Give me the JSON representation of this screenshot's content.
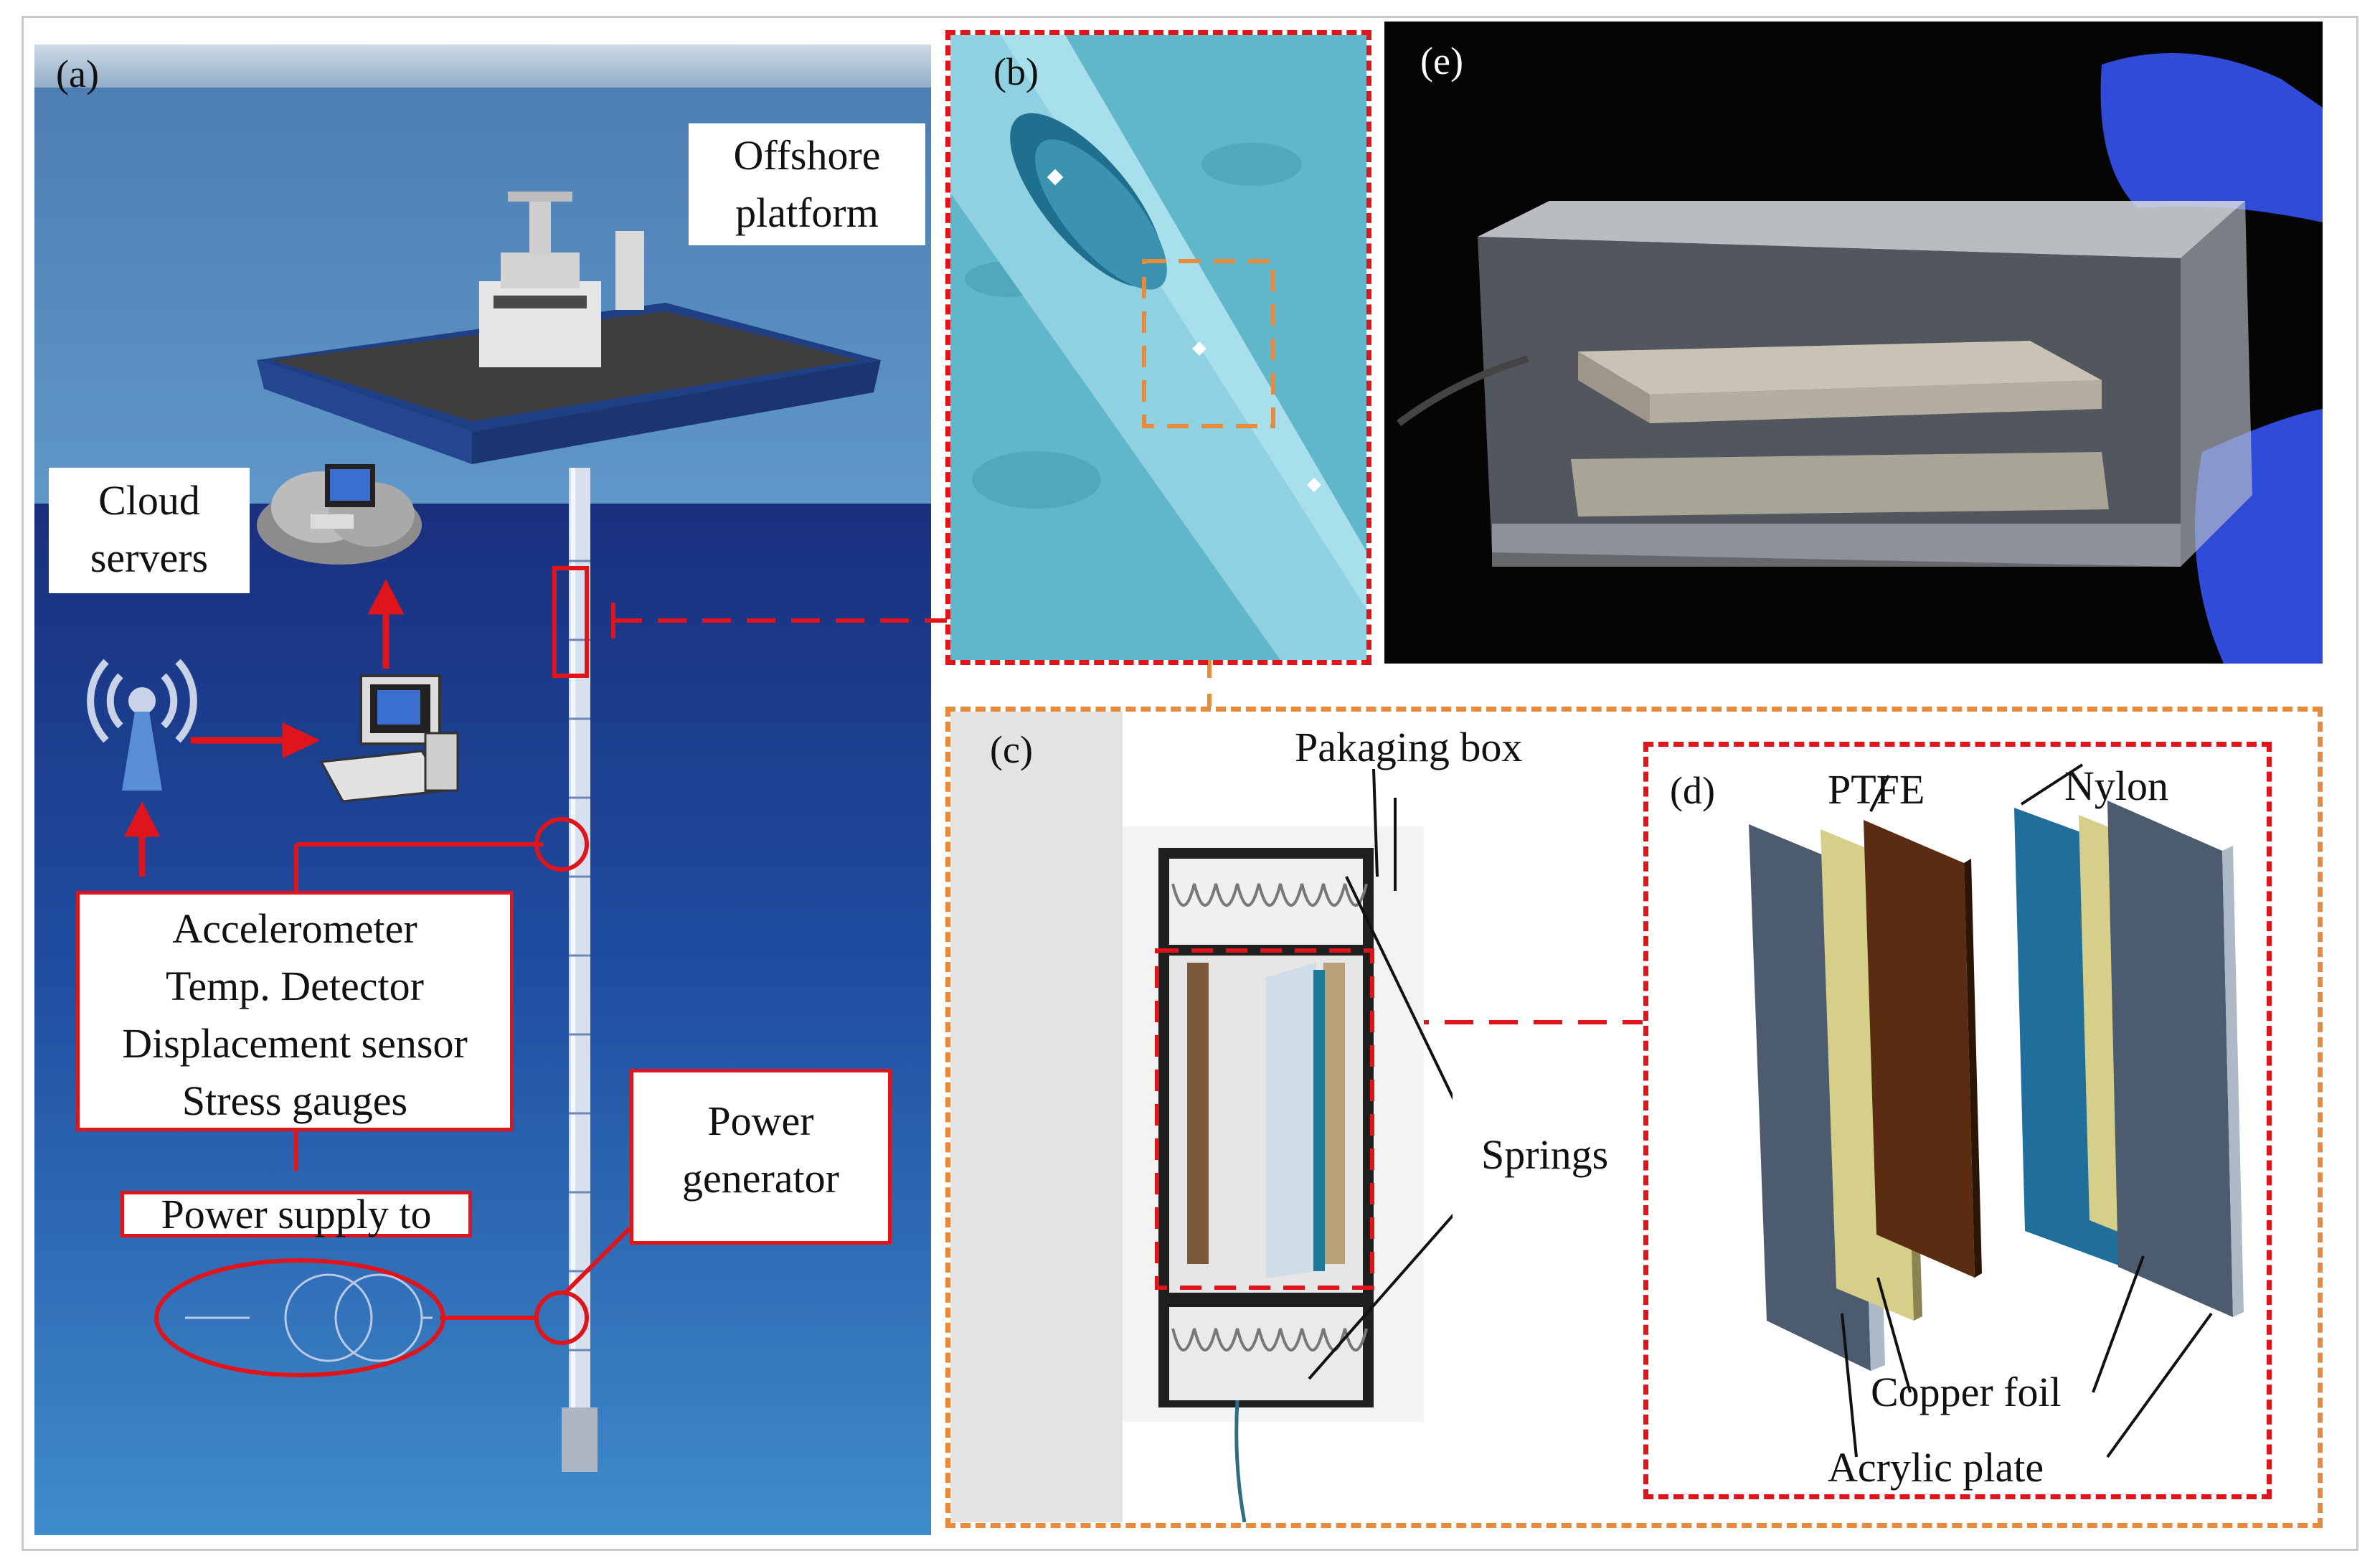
{
  "panels": {
    "a": {
      "label": "(a)"
    },
    "b": {
      "label": "(b)"
    },
    "c": {
      "label": "(c)"
    },
    "d": {
      "label": "(d)"
    },
    "e": {
      "label": "(e)"
    }
  },
  "panel_a": {
    "offshore_platform": [
      "Offshore",
      "platform"
    ],
    "cloud_servers": [
      "Cloud",
      "servers"
    ],
    "sensors": [
      "Accelerometer",
      "Temp. Detector",
      "Displacement sensor",
      "Stress gauges"
    ],
    "power_generator": [
      "Power",
      "generator"
    ],
    "power_supply": "Power supply to"
  },
  "panel_c": {
    "packaging_box": "Pakaging box",
    "springs": "Springs"
  },
  "panel_d": {
    "ptfe": "PTFE",
    "nylon": "Nylon",
    "copper_foil": "Copper foil",
    "acrylic_plate": "Acrylic plate"
  },
  "colors": {
    "annotation_red": "#e0151c",
    "annotation_orange": "#e88a3c",
    "sea_deep": "#1e3f94",
    "acrylic": "#4d5b6e",
    "copper": "#d6cf8a",
    "ptfe": "#5a2c12",
    "nylon": "#1f6f9a"
  }
}
